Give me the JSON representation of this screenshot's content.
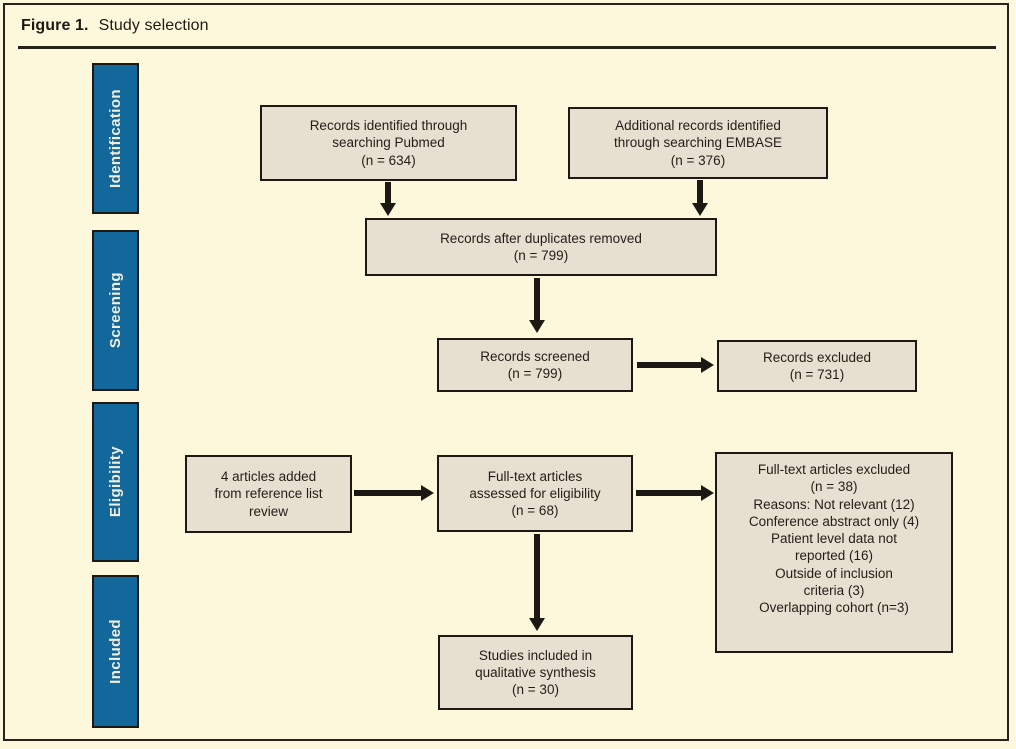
{
  "header": {
    "figure_label": "Figure 1.",
    "title": "Study selection"
  },
  "sidebar": {
    "stages": [
      {
        "label": "Identification"
      },
      {
        "label": "Screening"
      },
      {
        "label": "Eligibility"
      },
      {
        "label": "Included"
      }
    ]
  },
  "nodes": {
    "pubmed": {
      "text": "Records identified through\nsearching Pubmed\n(n = 634)"
    },
    "embase": {
      "text": "Additional records identified\nthrough searching EMBASE\n(n = 376)"
    },
    "duplicates_removed": {
      "text": "Records after duplicates removed\n(n = 799)"
    },
    "records_screened": {
      "text": "Records screened\n(n = 799)"
    },
    "records_excluded": {
      "text": "Records excluded\n(n = 731)"
    },
    "reference_list": {
      "text": "4 articles added\nfrom reference list\nreview"
    },
    "fulltext_assessed": {
      "text": "Full-text articles\nassessed for eligibility\n(n = 68)"
    },
    "fulltext_excluded": {
      "text": "Full-text articles excluded\n(n = 38)\nReasons: Not relevant (12)\nConference abstract only (4)\nPatient level data not\nreported (16)\nOutside of inclusion\ncriteria (3)\nOverlapping cohort (n=3)"
    },
    "included_synthesis": {
      "text": "Studies included in\nqualitative synthesis\n(n = 30)"
    }
  },
  "colors": {
    "background": "#FDF8DC",
    "stage_fill": "#12689B",
    "stage_text": "#F2EEDF",
    "node_fill": "#E7DFD0",
    "border": "#1C1914"
  }
}
